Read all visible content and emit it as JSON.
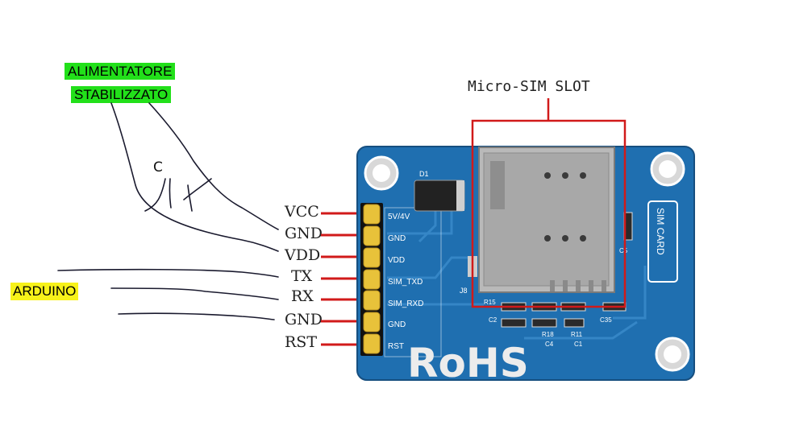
{
  "labels": {
    "power_line1": "ALIMENTATORE",
    "power_line2": "STABILIZZATO",
    "arduino": "ARDUINO",
    "capacitor": "C",
    "sim_slot": "Micro-SIM SLOT"
  },
  "pins": [
    {
      "name": "VCC",
      "silk": "5V/4V"
    },
    {
      "name": "GND",
      "silk": "GND"
    },
    {
      "name": "VDD",
      "silk": "VDD"
    },
    {
      "name": "TX",
      "silk": "SIM_TXD"
    },
    {
      "name": "RX",
      "silk": "SIM_RXD"
    },
    {
      "name": "GND",
      "silk": "GND"
    },
    {
      "name": "RST",
      "silk": "RST"
    }
  ],
  "board": {
    "rohs": "RoHS",
    "sim_card": "SIM CARD",
    "components": [
      "D1",
      "J8",
      "R15",
      "C2",
      "R18",
      "C4",
      "R11",
      "C1",
      "C35",
      "C5"
    ]
  },
  "colors": {
    "board": "#1f6fb0",
    "header_pins": "#e8c23a",
    "red_lines": "#d11a1a",
    "highlight_green": "#22e01a",
    "highlight_yellow": "#f7f21a"
  }
}
